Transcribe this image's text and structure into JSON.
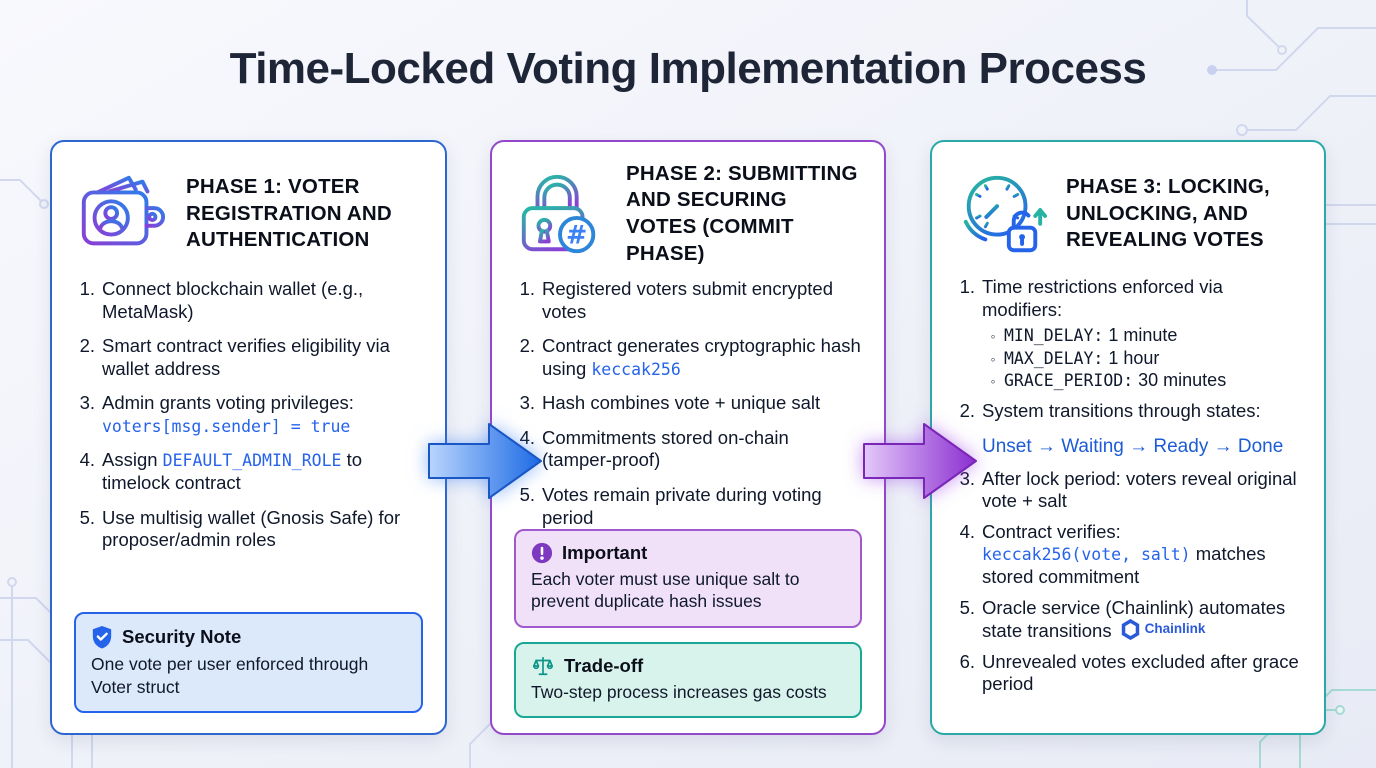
{
  "title": "Time-Locked Voting Implementation Process",
  "colors": {
    "accent_blue": "#2c66cf",
    "accent_purple": "#9348c9",
    "accent_teal": "#2ba9a6",
    "code_blue": "#2563eb",
    "state_line_blue": "#1d5cd4",
    "security_bg": "#dce9fb",
    "important_bg": "#f0e1f8",
    "tradeoff_bg": "#d8f3ec",
    "chainlink_blue": "#2a5ada"
  },
  "cards": [
    {
      "title": "PHASE 1: VOTER REGISTRATION AND AUTHENTICATION",
      "icon": "wallet-user-icon",
      "steps": [
        {
          "segments": [
            {
              "t": "Connect blockchain wallet (e.g., MetaMask)"
            }
          ]
        },
        {
          "segments": [
            {
              "t": "Smart contract verifies eligibility via wallet address"
            }
          ]
        },
        {
          "segments": [
            {
              "t": "Admin grants voting privileges:"
            },
            {
              "br": true
            },
            {
              "c": "voters[msg.sender] = true"
            }
          ]
        },
        {
          "segments": [
            {
              "t": "Assign "
            },
            {
              "c": "DEFAULT_ADMIN_ROLE"
            },
            {
              "t": " to timelock contract"
            }
          ]
        },
        {
          "segments": [
            {
              "t": "Use multisig wallet (Gnosis Safe) for proposer/admin roles"
            }
          ]
        }
      ],
      "callout": {
        "icon": "shield-check-icon",
        "title": "Security Note",
        "body": "One vote per user enforced through Voter struct"
      }
    },
    {
      "title": "PHASE 2: SUBMITTING AND SECURING VOTES (COMMIT PHASE)",
      "icon": "padlock-hash-icon",
      "steps": [
        {
          "segments": [
            {
              "t": "Registered voters submit encrypted votes"
            }
          ]
        },
        {
          "segments": [
            {
              "t": "Contract generates cryptographic hash using "
            },
            {
              "c": "keccak256"
            }
          ]
        },
        {
          "segments": [
            {
              "t": "Hash combines vote + unique salt"
            }
          ]
        },
        {
          "segments": [
            {
              "t": "Commitments stored on-chain (tamper-proof)"
            }
          ]
        },
        {
          "segments": [
            {
              "t": "Votes remain private during voting period"
            }
          ]
        }
      ],
      "callouts": [
        {
          "icon": "alert-circle-icon",
          "title": "Important",
          "body": "Each voter must use unique salt to prevent duplicate hash issues"
        },
        {
          "icon": "scale-icon",
          "title": "Trade-off",
          "body": "Two-step process increases gas costs"
        }
      ]
    },
    {
      "title": "PHASE 3: LOCKING, UNLOCKING, AND REVEALING VOTES",
      "icon": "clock-unlock-icon",
      "steps": [
        {
          "segments": [
            {
              "t": "Time restrictions enforced via modifiers:"
            }
          ],
          "subs": [
            {
              "c": "MIN_DELAY:",
              "t": " 1 minute"
            },
            {
              "c": "MAX_DELAY:",
              "t": " 1 hour"
            },
            {
              "c": "GRACE_PERIOD:",
              "t": " 30 minutes"
            }
          ]
        },
        {
          "segments": [
            {
              "t": "System transitions through states:"
            }
          ],
          "state_line": "Unset → Waiting → Ready → Done"
        },
        {
          "segments": [
            {
              "t": "After lock period: voters reveal original vote + salt"
            }
          ]
        },
        {
          "segments": [
            {
              "t": "Contract verifies:"
            },
            {
              "br": true
            },
            {
              "c": "keccak256(vote, salt)"
            },
            {
              "t": " matches stored commitment"
            }
          ]
        },
        {
          "segments": [
            {
              "t": "Oracle service (Chainlink) automates state transitions"
            },
            {
              "logo": "Chainlink"
            }
          ]
        },
        {
          "segments": [
            {
              "t": "Unrevealed votes excluded after grace period"
            }
          ]
        }
      ]
    }
  ]
}
